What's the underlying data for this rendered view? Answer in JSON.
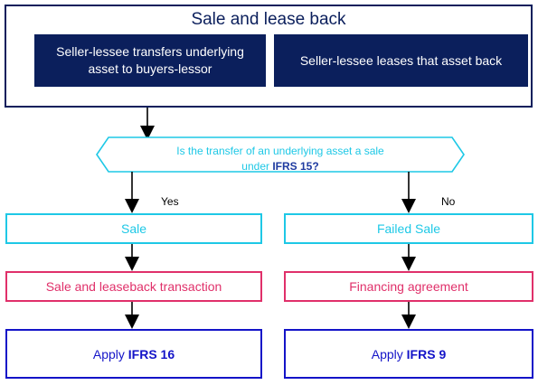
{
  "title": "Sale and lease back",
  "top_left": "Seller-lessee transfers underlying asset to buyers-lessor",
  "top_right": "Seller-lessee leases that asset back",
  "decision": {
    "line1": "Is the transfer of an underlying asset a sale",
    "line2_prefix": "under ",
    "line2_bold": "IFRS 15?"
  },
  "yes_label": "Yes",
  "no_label": "No",
  "left": {
    "status": "Sale",
    "type": "Sale and leaseback transaction",
    "apply_prefix": "Apply ",
    "apply_std": "IFRS 16"
  },
  "right": {
    "status": "Failed Sale",
    "type": "Financing agreement",
    "apply_prefix": "Apply ",
    "apply_std": "IFRS 9"
  },
  "colors": {
    "navy": "#0b1f5c",
    "cyan": "#1ec8e6",
    "pink": "#e0306a",
    "blue": "#1414c8"
  }
}
